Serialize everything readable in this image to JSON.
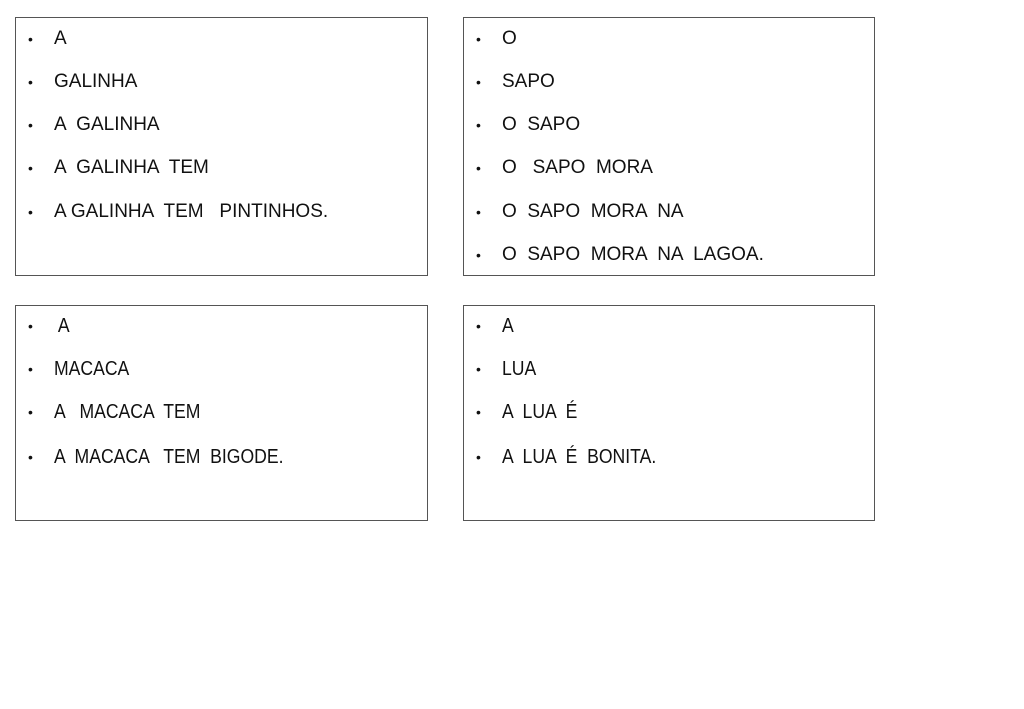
{
  "boxes": [
    {
      "name": "galinha",
      "lines": [
        "A",
        "GALINHA",
        "A  GALINHA",
        "A  GALINHA  TEM",
        "A GALINHA  TEM   PINTINHOS."
      ]
    },
    {
      "name": "sapo",
      "lines": [
        "O",
        "SAPO",
        "O  SAPO",
        "O   SAPO  MORA",
        "O  SAPO  MORA  NA",
        "O  SAPO  MORA  NA  LAGOA."
      ]
    },
    {
      "name": "macaca",
      "lines": [
        " A",
        "MACACA",
        "A   MACACA  TEM",
        "A  MACACA   TEM  BIGODE."
      ]
    },
    {
      "name": "lua",
      "lines": [
        "A",
        "LUA",
        "A  LUA  É",
        "A  LUA  É  BONITA."
      ]
    }
  ],
  "bullet_glyph": "•"
}
